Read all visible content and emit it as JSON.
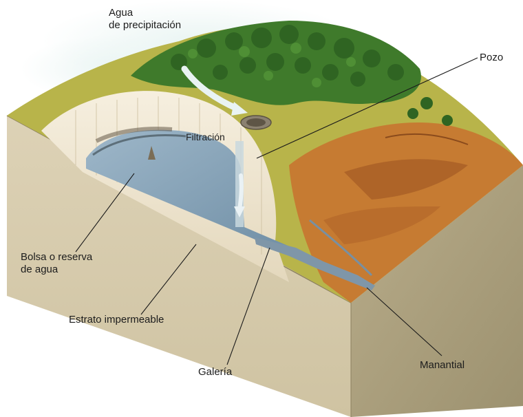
{
  "labels": {
    "agua_line1": "Agua",
    "agua_line2": "de precipitación",
    "pozo": "Pozo",
    "filtracion": "Filtración",
    "bolsa_line1": "Bolsa o reserva",
    "bolsa_line2": "de agua",
    "estrato": "Estrato impermeable",
    "galeria": "Galería",
    "manantial": "Manantial"
  },
  "colors": {
    "sky_mist": "#e4f1f0",
    "forest": "#3d7a2c",
    "grass": "#b9b94a",
    "soil": "#c2772f",
    "water": "#8ea9bd",
    "cave_wall": "#efe6d2",
    "ground_front": "#d7ccae",
    "ground_side": "#b0a482"
  }
}
